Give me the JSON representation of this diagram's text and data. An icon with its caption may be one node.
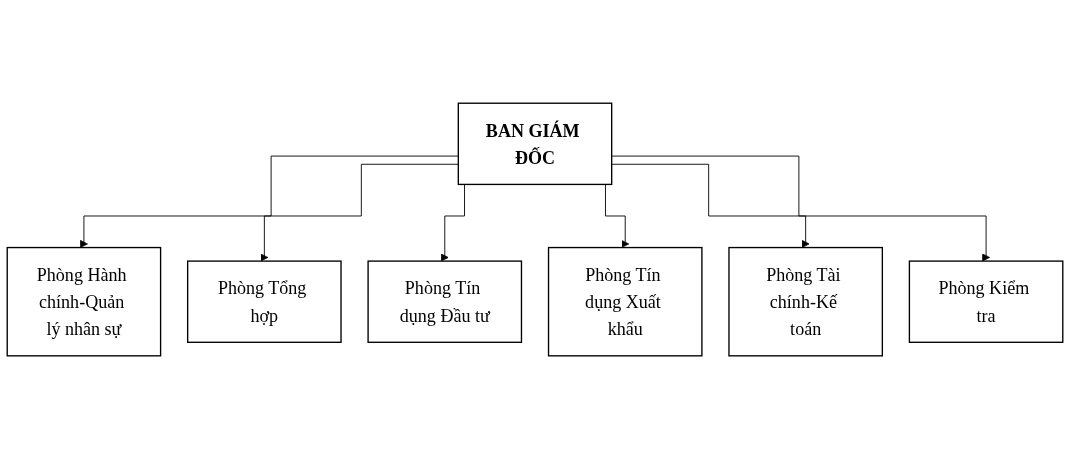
{
  "diagram": {
    "nodes": [
      {
        "text": [
          "BAN GIÁM ĐỐC"
        ]
      },
      {
        "text": [
          "Phòng Hành chính-Quản lý nhân sự"
        ]
      },
      {
        "text": [
          "Phòng Tổng hợp"
        ]
      },
      {
        "text": [
          "Phòng Tín dụng Đầu tư"
        ]
      },
      {
        "text": [
          "Phòng Tín dụng Xuất khẩu"
        ]
      },
      {
        "text": [
          "Phòng Tài chính-Kế toán"
        ]
      },
      {
        "text": [
          "Phòng Kiểm tra"
        ]
      }
    ],
    "edges": [
      {
        "from": 0,
        "to": 1,
        "arrow": "to"
      },
      {
        "from": 0,
        "to": 2,
        "arrow": "to"
      },
      {
        "from": 0,
        "to": 3,
        "arrow": "to"
      },
      {
        "from": 0,
        "to": 4,
        "arrow": "to"
      },
      {
        "from": 0,
        "to": 5,
        "arrow": "to"
      },
      {
        "from": 0,
        "to": 6,
        "arrow": "to"
      }
    ]
  }
}
